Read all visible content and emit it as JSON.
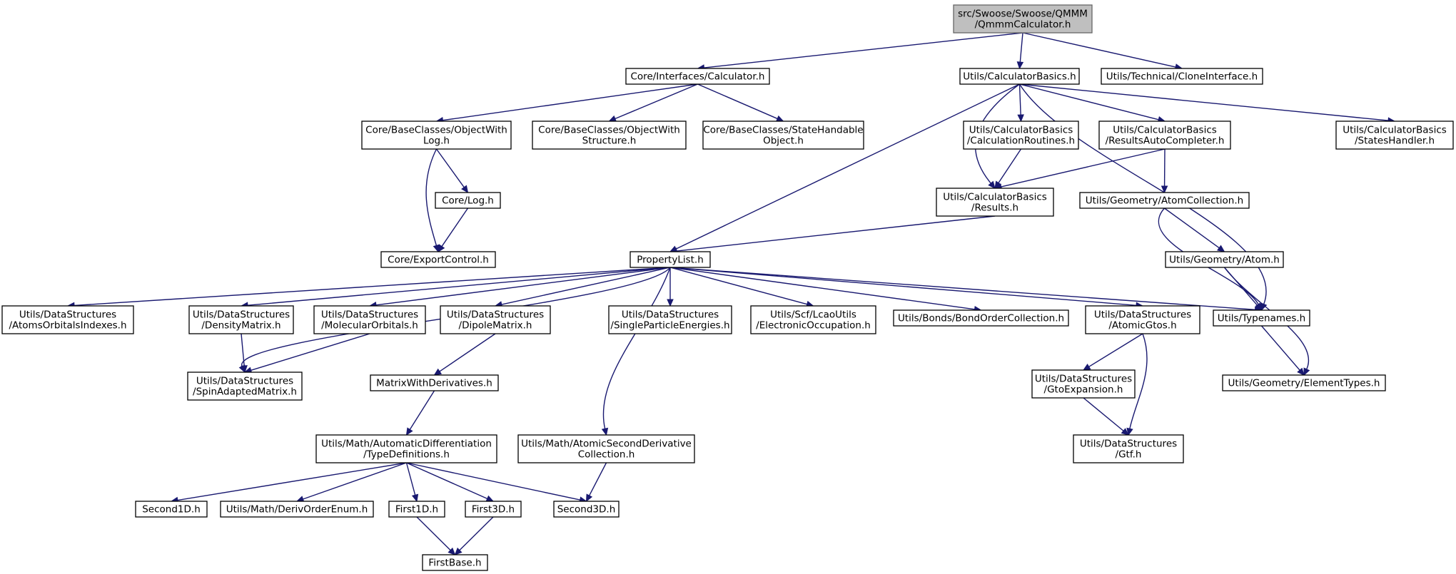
{
  "colors": {
    "edge": "#191970",
    "root_fill": "#bfbfbf",
    "node_fill": "#ffffff"
  },
  "nodes": [
    {
      "id": "root",
      "lines": [
        "src/Swoose/Swoose/QMMM",
        "/QmmmCalculator.h"
      ]
    },
    {
      "id": "core_calculator",
      "lines": [
        "Core/Interfaces/Calculator.h"
      ]
    },
    {
      "id": "calc_basics",
      "lines": [
        "Utils/CalculatorBasics.h"
      ]
    },
    {
      "id": "clone_interface",
      "lines": [
        "Utils/Technical/CloneInterface.h"
      ]
    },
    {
      "id": "obj_with_log",
      "lines": [
        "Core/BaseClasses/ObjectWith",
        "Log.h"
      ]
    },
    {
      "id": "obj_with_structure",
      "lines": [
        "Core/BaseClasses/ObjectWith",
        "Structure.h"
      ]
    },
    {
      "id": "state_handable",
      "lines": [
        "Core/BaseClasses/StateHandable",
        "Object.h"
      ]
    },
    {
      "id": "calc_routines",
      "lines": [
        "Utils/CalculatorBasics",
        "/CalculationRoutines.h"
      ]
    },
    {
      "id": "results_auto",
      "lines": [
        "Utils/CalculatorBasics",
        "/ResultsAutoCompleter.h"
      ]
    },
    {
      "id": "states_handler",
      "lines": [
        "Utils/CalculatorBasics",
        "/StatesHandler.h"
      ]
    },
    {
      "id": "core_log",
      "lines": [
        "Core/Log.h"
      ]
    },
    {
      "id": "results",
      "lines": [
        "Utils/CalculatorBasics",
        "/Results.h"
      ]
    },
    {
      "id": "atom_collection",
      "lines": [
        "Utils/Geometry/AtomCollection.h"
      ]
    },
    {
      "id": "export_control",
      "lines": [
        "Core/ExportControl.h"
      ]
    },
    {
      "id": "property_list",
      "lines": [
        "PropertyList.h"
      ]
    },
    {
      "id": "atom",
      "lines": [
        "Utils/Geometry/Atom.h"
      ]
    },
    {
      "id": "atoms_orbitals",
      "lines": [
        "Utils/DataStructures",
        "/AtomsOrbitalsIndexes.h"
      ]
    },
    {
      "id": "density_matrix",
      "lines": [
        "Utils/DataStructures",
        "/DensityMatrix.h"
      ]
    },
    {
      "id": "molecular_orbitals",
      "lines": [
        "Utils/DataStructures",
        "/MolecularOrbitals.h"
      ]
    },
    {
      "id": "dipole_matrix",
      "lines": [
        "Utils/DataStructures",
        "/DipoleMatrix.h"
      ]
    },
    {
      "id": "single_particle",
      "lines": [
        "Utils/DataStructures",
        "/SingleParticleEnergies.h"
      ]
    },
    {
      "id": "electronic_occ",
      "lines": [
        "Utils/Scf/LcaoUtils",
        "/ElectronicOccupation.h"
      ]
    },
    {
      "id": "bond_order",
      "lines": [
        "Utils/Bonds/BondOrderCollection.h"
      ]
    },
    {
      "id": "atomic_gtos",
      "lines": [
        "Utils/DataStructures",
        "/AtomicGtos.h"
      ]
    },
    {
      "id": "typenames",
      "lines": [
        "Utils/Typenames.h"
      ]
    },
    {
      "id": "spin_adapted",
      "lines": [
        "Utils/DataStructures",
        "/SpinAdaptedMatrix.h"
      ]
    },
    {
      "id": "matrix_with_deriv",
      "lines": [
        "MatrixWithDerivatives.h"
      ]
    },
    {
      "id": "gto_expansion",
      "lines": [
        "Utils/DataStructures",
        "/GtoExpansion.h"
      ]
    },
    {
      "id": "element_types",
      "lines": [
        "Utils/Geometry/ElementTypes.h"
      ]
    },
    {
      "id": "type_definitions",
      "lines": [
        "Utils/Math/AutomaticDifferentiation",
        "/TypeDefinitions.h"
      ]
    },
    {
      "id": "atomic_second_deriv",
      "lines": [
        "Utils/Math/AtomicSecondDerivative",
        "Collection.h"
      ]
    },
    {
      "id": "gtf",
      "lines": [
        "Utils/DataStructures",
        "/Gtf.h"
      ]
    },
    {
      "id": "second1d",
      "lines": [
        "Second1D.h"
      ]
    },
    {
      "id": "deriv_order_enum",
      "lines": [
        "Utils/Math/DerivOrderEnum.h"
      ]
    },
    {
      "id": "first1d",
      "lines": [
        "First1D.h"
      ]
    },
    {
      "id": "first3d",
      "lines": [
        "First3D.h"
      ]
    },
    {
      "id": "second3d",
      "lines": [
        "Second3D.h"
      ]
    },
    {
      "id": "first_base",
      "lines": [
        "FirstBase.h"
      ]
    }
  ],
  "edges": [
    [
      "root",
      "core_calculator"
    ],
    [
      "root",
      "calc_basics"
    ],
    [
      "root",
      "clone_interface"
    ],
    [
      "core_calculator",
      "obj_with_log"
    ],
    [
      "core_calculator",
      "obj_with_structure"
    ],
    [
      "core_calculator",
      "state_handable"
    ],
    [
      "obj_with_log",
      "core_log"
    ],
    [
      "obj_with_log",
      "export_control"
    ],
    [
      "core_log",
      "export_control"
    ],
    [
      "calc_basics",
      "property_list"
    ],
    [
      "calc_basics",
      "results"
    ],
    [
      "calc_basics",
      "calc_routines"
    ],
    [
      "calc_basics",
      "results_auto"
    ],
    [
      "calc_basics",
      "typenames"
    ],
    [
      "calc_basics",
      "states_handler"
    ],
    [
      "calc_routines",
      "results"
    ],
    [
      "results_auto",
      "results"
    ],
    [
      "results_auto",
      "atom_collection"
    ],
    [
      "results",
      "property_list"
    ],
    [
      "atom_collection",
      "atom"
    ],
    [
      "atom_collection",
      "typenames"
    ],
    [
      "atom",
      "typenames"
    ],
    [
      "atom",
      "element_types"
    ],
    [
      "typenames",
      "element_types"
    ],
    [
      "property_list",
      "atoms_orbitals"
    ],
    [
      "property_list",
      "spin_adapted"
    ],
    [
      "property_list",
      "density_matrix"
    ],
    [
      "property_list",
      "molecular_orbitals"
    ],
    [
      "property_list",
      "dipole_matrix"
    ],
    [
      "property_list",
      "atomic_second_deriv"
    ],
    [
      "property_list",
      "single_particle"
    ],
    [
      "property_list",
      "electronic_occ"
    ],
    [
      "property_list",
      "bond_order"
    ],
    [
      "property_list",
      "atomic_gtos"
    ],
    [
      "property_list",
      "typenames"
    ],
    [
      "density_matrix",
      "spin_adapted"
    ],
    [
      "molecular_orbitals",
      "spin_adapted"
    ],
    [
      "dipole_matrix",
      "matrix_with_deriv"
    ],
    [
      "matrix_with_deriv",
      "type_definitions"
    ],
    [
      "type_definitions",
      "second1d"
    ],
    [
      "type_definitions",
      "deriv_order_enum"
    ],
    [
      "type_definitions",
      "first1d"
    ],
    [
      "type_definitions",
      "first3d"
    ],
    [
      "type_definitions",
      "second3d"
    ],
    [
      "first1d",
      "first_base"
    ],
    [
      "first3d",
      "first_base"
    ],
    [
      "atomic_second_deriv",
      "second3d"
    ],
    [
      "atomic_gtos",
      "gto_expansion"
    ],
    [
      "atomic_gtos",
      "gtf"
    ],
    [
      "gto_expansion",
      "gtf"
    ]
  ]
}
